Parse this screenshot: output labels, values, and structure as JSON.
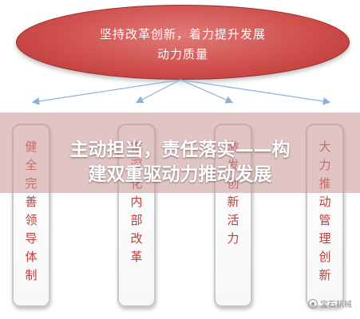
{
  "top_node": {
    "line1": "坚持改革创新，着力提升发展",
    "line2": "动力质量"
  },
  "columns": [
    {
      "chars": [
        "健",
        "全",
        "完",
        "善",
        "领",
        "导",
        "体",
        "制"
      ]
    },
    {
      "chars": [
        "推",
        "深",
        "化",
        "内",
        "部",
        "改",
        "革"
      ]
    },
    {
      "chars": [
        "激",
        "发",
        "创",
        "新",
        "活",
        "力"
      ]
    },
    {
      "chars": [
        "大",
        "力",
        "推",
        "动",
        "管",
        "理",
        "创",
        "新"
      ]
    }
  ],
  "banner": {
    "line1": "主动担当，责任落实——构",
    "line2": "建双重驱动力推动发展"
  },
  "watermark": {
    "text": "宝石机械"
  },
  "colors": {
    "ellipse": "#cf4f4c",
    "column_text": "#c23b38",
    "arrow": "#8fb0d6"
  }
}
